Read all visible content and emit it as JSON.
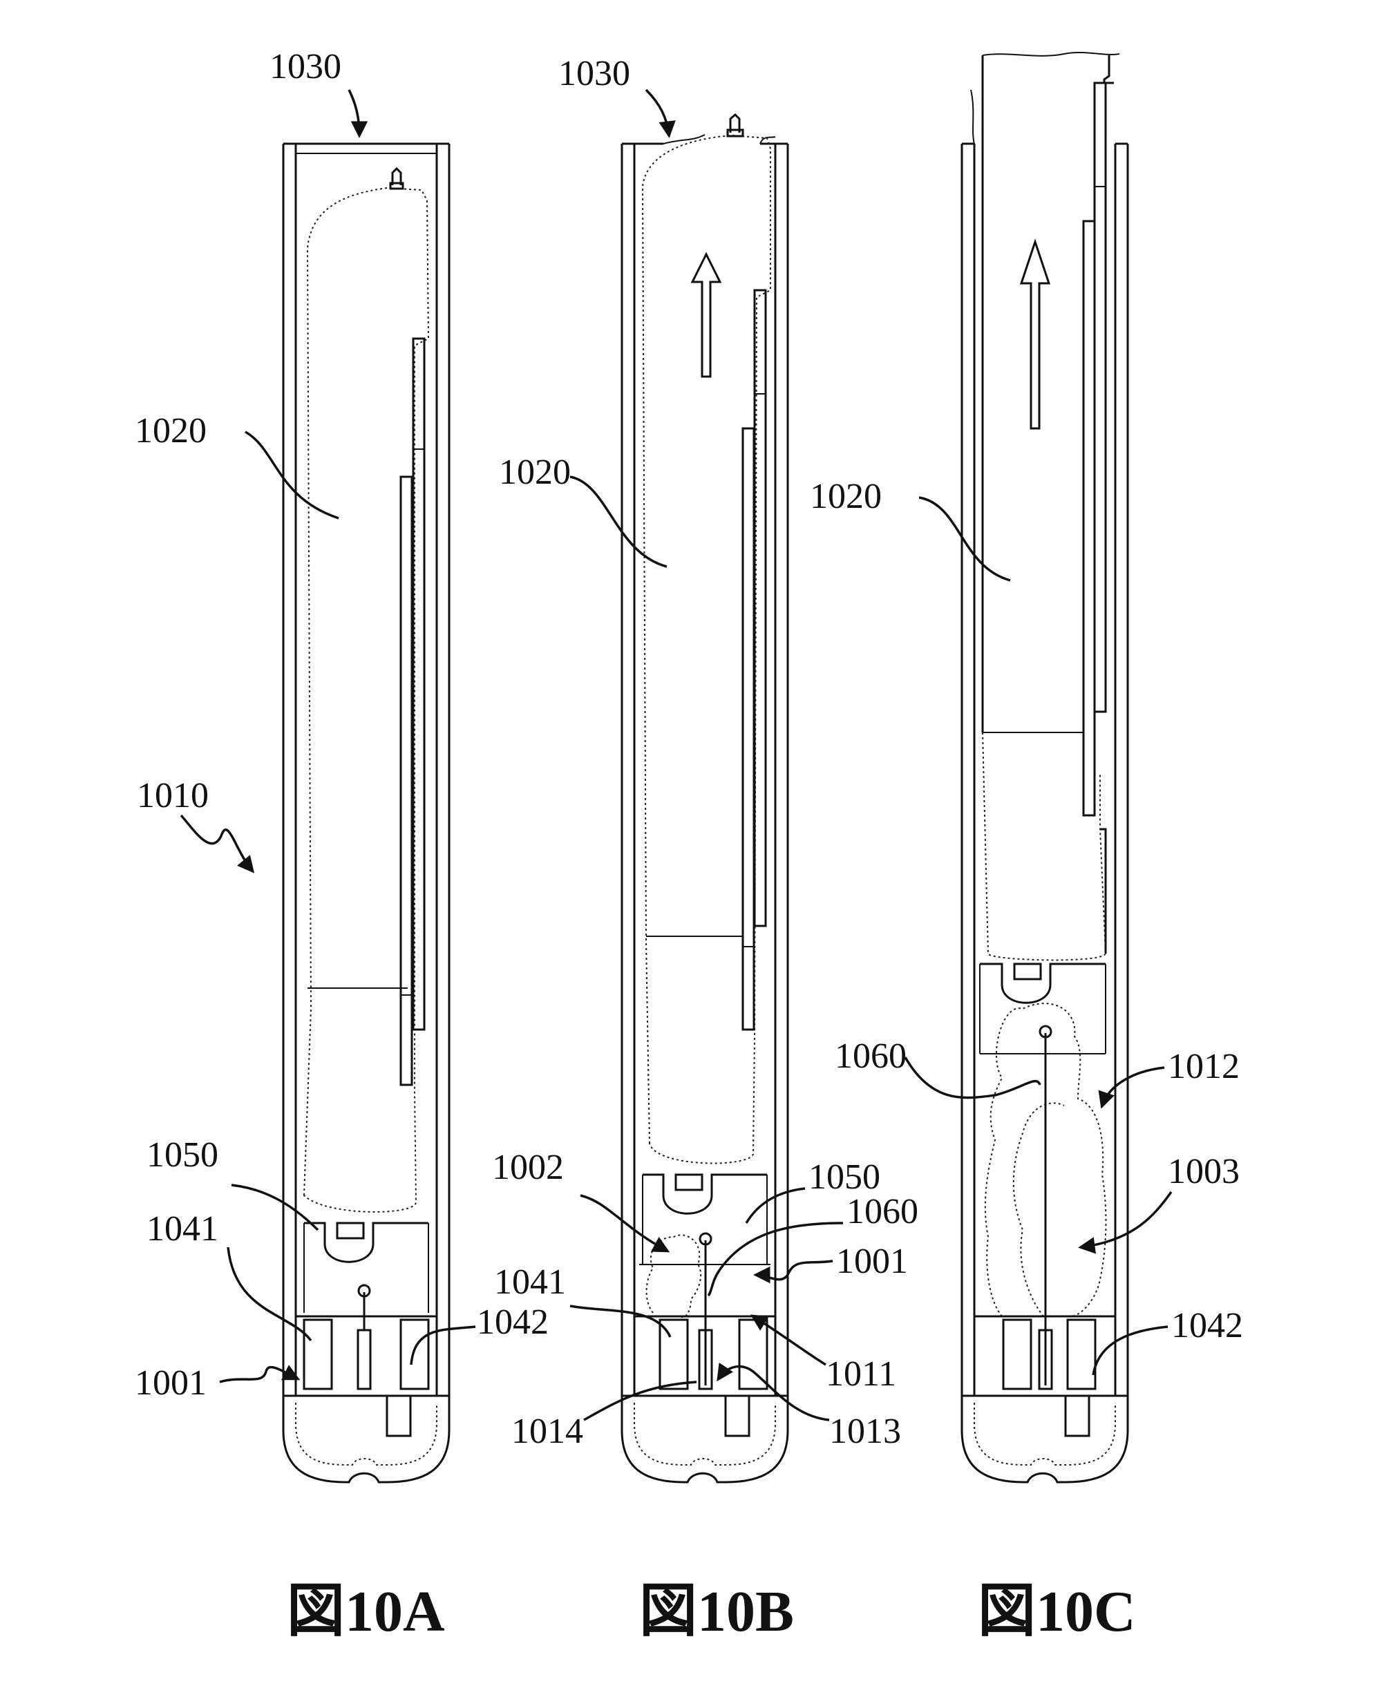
{
  "figures": [
    {
      "caption": "図10A",
      "labels": [
        "1030",
        "1020",
        "1010",
        "1050",
        "1041",
        "1042",
        "1001"
      ]
    },
    {
      "caption": "図10B",
      "labels": [
        "1030",
        "1020",
        "1002",
        "1050",
        "1060",
        "1001",
        "1041",
        "1011",
        "1014",
        "1013"
      ]
    },
    {
      "caption": "図10C",
      "labels": [
        "1020",
        "1060",
        "1012",
        "1003",
        "1042"
      ]
    }
  ]
}
